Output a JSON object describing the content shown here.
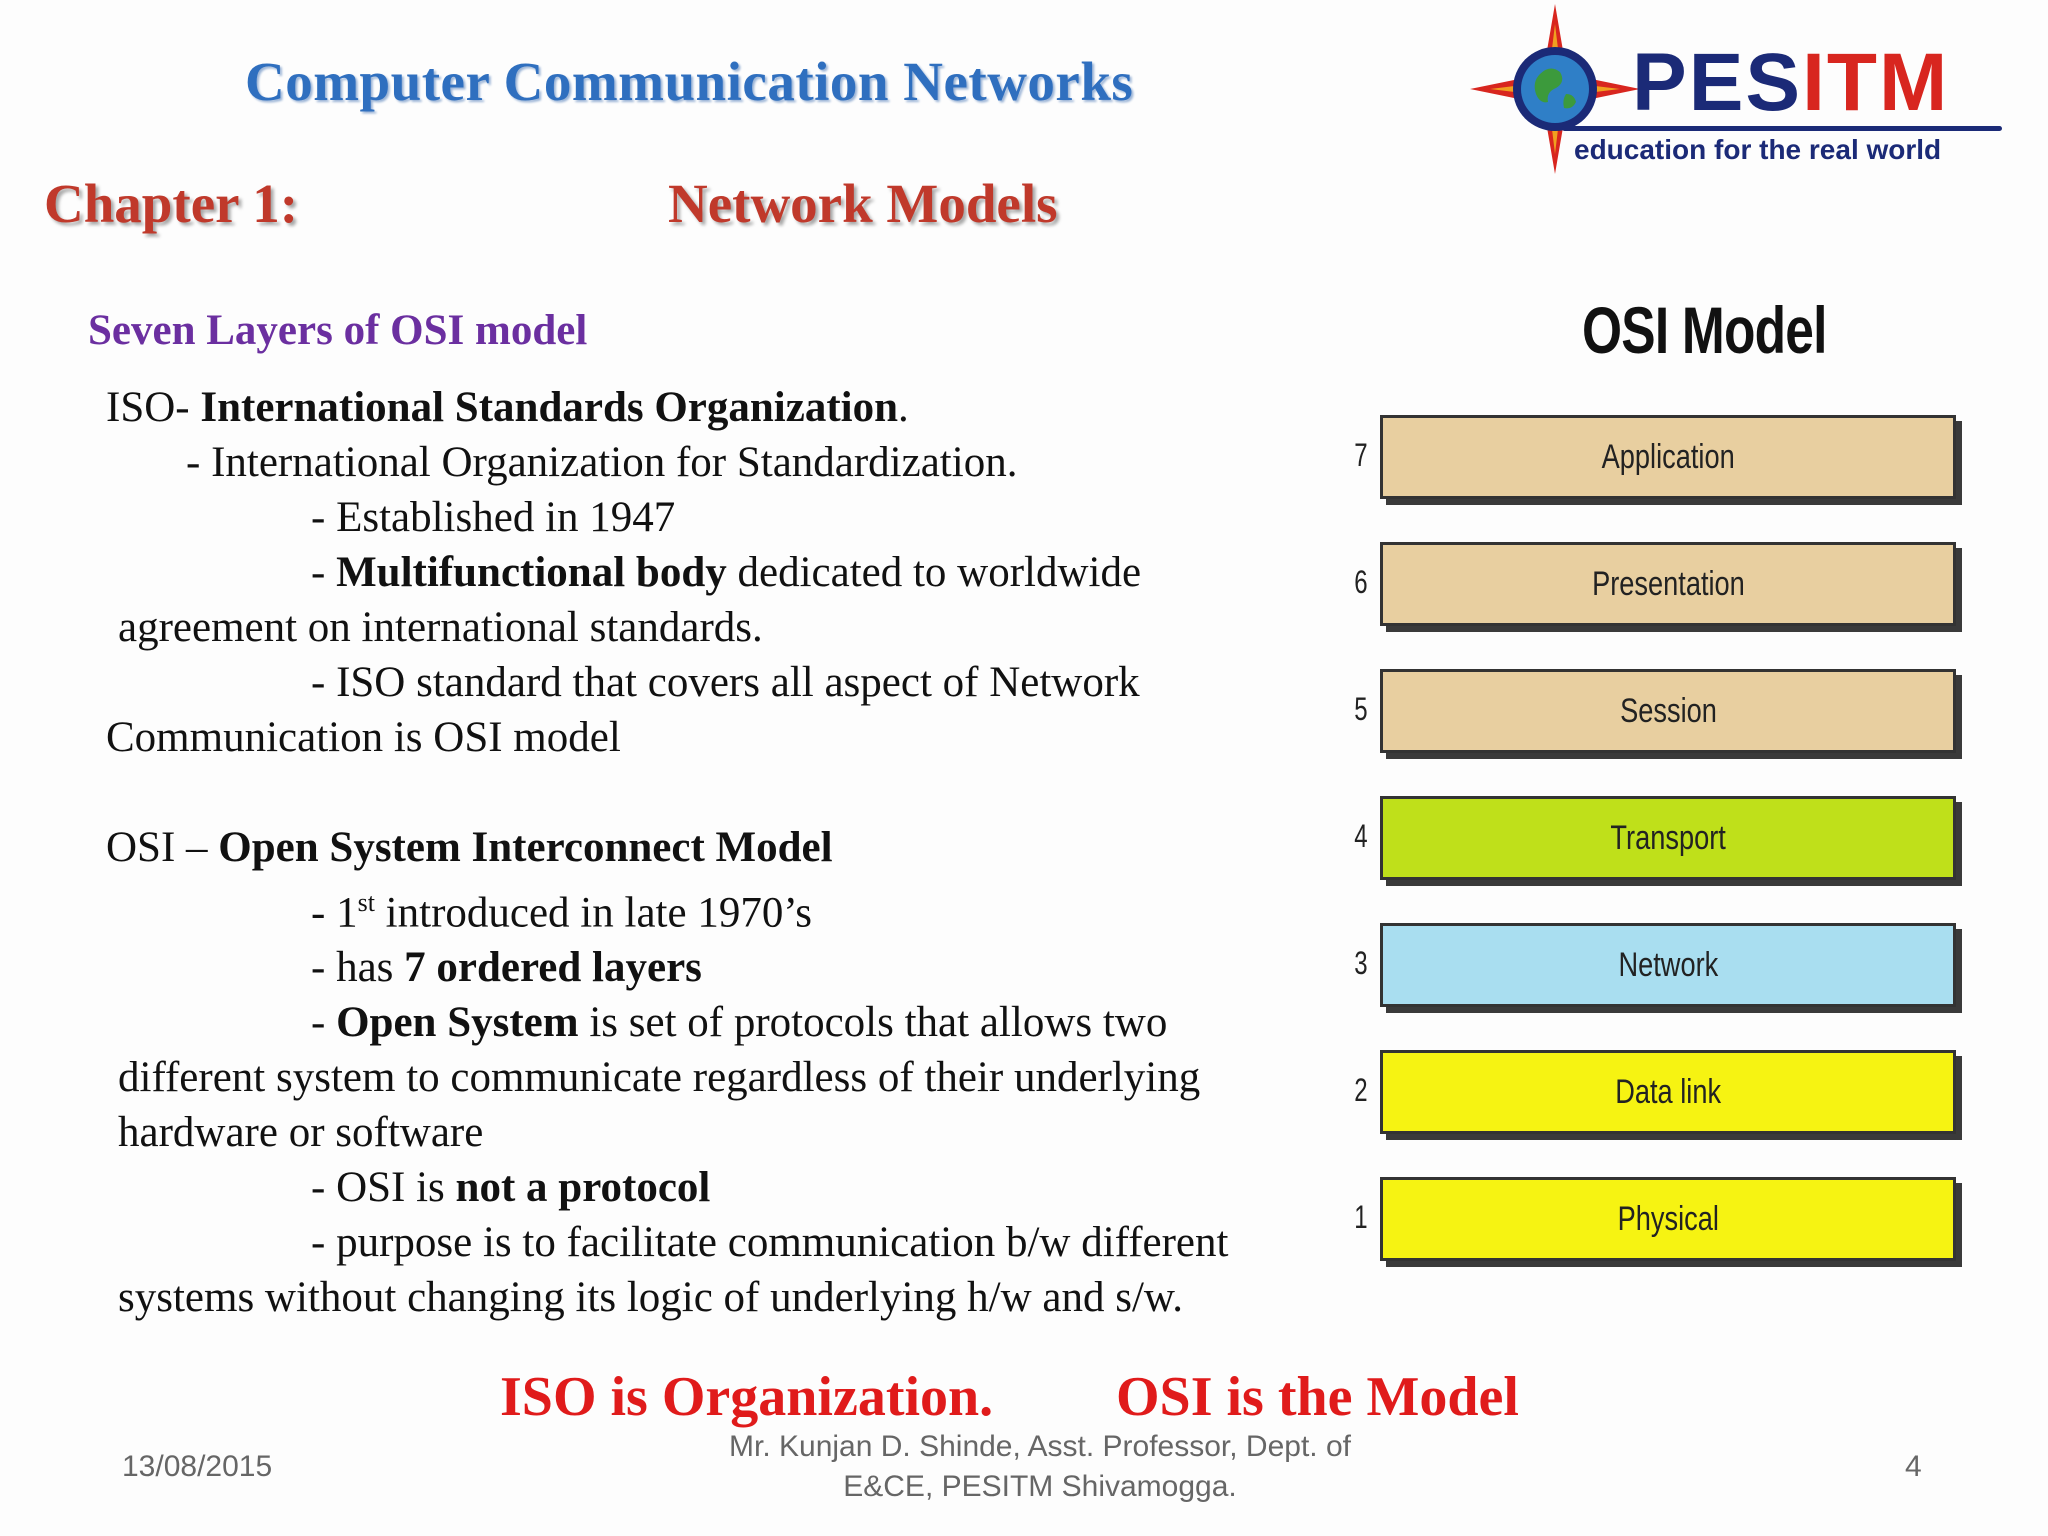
{
  "header": {
    "course_title": "Computer Communication Networks",
    "chapter": "Chapter 1:",
    "chapter_topic": "Network Models"
  },
  "logo": {
    "brand_pes": "PES",
    "brand_itm": "ITM",
    "tagline": "education for the real world"
  },
  "section_title": "Seven Layers of OSI model",
  "body": {
    "l1_pre": "ISO- ",
    "l1_bold": "International Standards Organization",
    "l1_post": ".",
    "l2": "- International Organization for Standardization.",
    "l3": "- Established in 1947",
    "l4_pre": "- ",
    "l4_bold": "Multifunctional body",
    "l4_post": " dedicated to worldwide",
    "l5": "agreement on international standards.",
    "l6": "- ISO standard that covers all aspect of Network",
    "l7": "Communication is OSI model",
    "l8_pre": "OSI – ",
    "l8_bold": "Open System Interconnect Model",
    "l9_pre": "- 1",
    "l9_sup": "st",
    "l9_post": " introduced in late 1970’s",
    "l10_pre": "- has ",
    "l10_bold": "7 ordered layers",
    "l11_pre": "- ",
    "l11_bold": "Open System",
    "l11_post": " is set of protocols that allows two",
    "l12": "different system to communicate regardless of their underlying",
    "l13": "hardware or software",
    "l14_pre": "- OSI is ",
    "l14_bold": "not a protocol",
    "l15": "- purpose is to facilitate communication b/w different",
    "l16": "systems without changing its logic of underlying h/w and s/w."
  },
  "osi": {
    "title": "OSI Model",
    "layers": [
      {
        "num": "7",
        "name": "Application",
        "color": "#e8cfa0"
      },
      {
        "num": "6",
        "name": "Presentation",
        "color": "#e8cfa0"
      },
      {
        "num": "5",
        "name": "Session",
        "color": "#e8cfa0"
      },
      {
        "num": "4",
        "name": "Transport",
        "color": "#bfe01a"
      },
      {
        "num": "3",
        "name": "Network",
        "color": "#a9def0"
      },
      {
        "num": "2",
        "name": "Data link",
        "color": "#f6f312"
      },
      {
        "num": "1",
        "name": "Physical",
        "color": "#f6f312"
      }
    ]
  },
  "footer": {
    "iso_statement": "ISO is Organization.",
    "osi_statement": "OSI is the Model",
    "date": "13/08/2015",
    "author": "Mr. Kunjan D. Shinde, Asst. Professor, Dept. of E&CE, PESITM Shivamogga.",
    "page_number": "4"
  }
}
